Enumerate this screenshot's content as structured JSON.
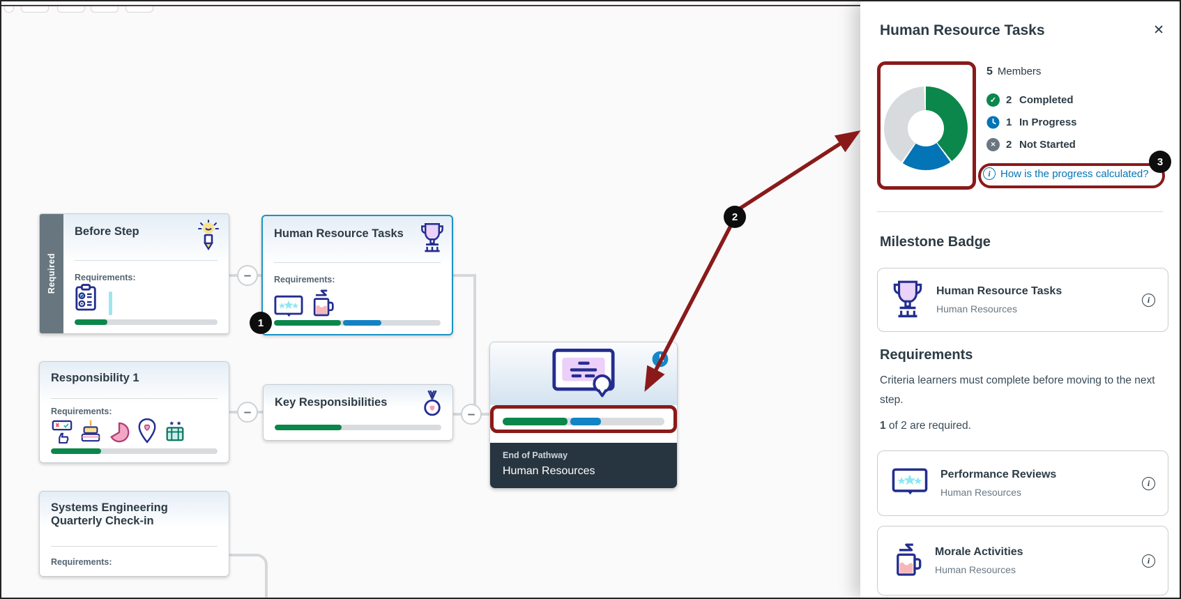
{
  "icons": {
    "close": "✕",
    "minus": "–",
    "check": "✓",
    "x": "✕",
    "info": "i"
  },
  "badges": {
    "one": "1",
    "two": "2",
    "three": "3"
  },
  "colors": {
    "annotation": "#8a1a1a",
    "completed": "#0B874B",
    "in_progress": "#0374B5",
    "not_started": "#6B7780",
    "track": "#d8dbde",
    "link": "#0374B5"
  },
  "canvas": {
    "before_step": {
      "title": "Before Step",
      "ribbon": "Required",
      "requirements_label": "Requirements:",
      "progress": {
        "completed_pct": 23,
        "in_progress_pct": 0
      }
    },
    "hr_tasks": {
      "title": "Human Resource Tasks",
      "requirements_label": "Requirements:",
      "progress": {
        "completed_pct": 40,
        "in_progress_pct": 23
      }
    },
    "responsibility_1": {
      "title": "Responsibility 1",
      "requirements_label": "Requirements:",
      "progress": {
        "completed_pct": 30,
        "in_progress_pct": 0
      }
    },
    "key_responsibilities": {
      "title": "Key Responsibilities",
      "progress": {
        "completed_pct": 40,
        "in_progress_pct": 0
      }
    },
    "systems_engineering": {
      "title": "Systems Engineering Quarterly Check-in",
      "requirements_label": "Requirements:"
    },
    "end_of_pathway": {
      "kicker": "End of Pathway",
      "title": "Human Resources",
      "progress": {
        "completed_pct": 40,
        "in_progress_pct": 19
      }
    }
  },
  "panel": {
    "title": "Human Resource Tasks",
    "members": {
      "count": "5",
      "label": "Members"
    },
    "statuses": [
      {
        "count": "2",
        "label": "Completed"
      },
      {
        "count": "1",
        "label": "In Progress"
      },
      {
        "count": "2",
        "label": "Not Started"
      }
    ],
    "donut": {
      "completed_pct": 40,
      "in_progress_pct": 20,
      "not_started_pct": 40
    },
    "progress_link": "How is the progress calculated?",
    "milestone": {
      "heading": "Milestone Badge",
      "badge": {
        "name": "Human Resource Tasks",
        "org": "Human Resources"
      }
    },
    "requirements": {
      "heading": "Requirements",
      "description": "Criteria learners must complete before moving to the next step.",
      "required_count": "1",
      "required_suffix": " of 2 are required.",
      "items": [
        {
          "name": "Performance Reviews",
          "org": "Human Resources"
        },
        {
          "name": "Morale Activities",
          "org": "Human Resources"
        }
      ]
    }
  }
}
